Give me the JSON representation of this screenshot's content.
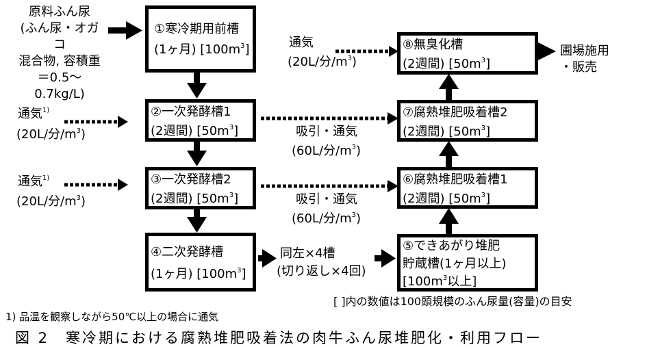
{
  "input": {
    "lines": [
      "原料ふん尿",
      "(ふん尿・オガコ",
      "混合物, 容積重",
      "＝0.5〜0.7kg/L)"
    ]
  },
  "boxes": {
    "b1": {
      "title": "①寒冷期用前槽",
      "detail_pre": "(1ヶ月) [100m",
      "sup": "3",
      "detail_post": "]"
    },
    "b2": {
      "title": "②一次発酵槽1",
      "detail_pre": "(2週間) [50m",
      "sup": "3",
      "detail_post": "]"
    },
    "b3": {
      "title": "③一次発酵槽2",
      "detail_pre": "(2週間) [50m",
      "sup": "3",
      "detail_post": "]"
    },
    "b4": {
      "title": "④二次発酵槽",
      "detail_pre": "(1ヶ月) [100m",
      "sup": "3",
      "detail_post": "]"
    },
    "b5": {
      "title": "⑤できあがり堆肥",
      "line2": "貯蔵槽(1ヶ月以上)",
      "detail_pre": "[100m",
      "sup": "3",
      "detail_post": "以上]"
    },
    "b6": {
      "title": "⑥腐熟堆肥吸着槽1",
      "detail_pre": "(2週間) [50m",
      "sup": "3",
      "detail_post": "]"
    },
    "b7": {
      "title": "⑦腐熟堆肥吸着槽2",
      "detail_pre": "(2週間) [50m",
      "sup": "3",
      "detail_post": "]"
    },
    "b8": {
      "title": "⑧無臭化槽",
      "detail_pre": "(2週間) [50m",
      "sup": "3",
      "detail_post": "]"
    }
  },
  "labels": {
    "aeration_top": {
      "label": "通気",
      "rate_pre": "(20L/分/m",
      "sup": "3",
      "rate_post": ")"
    },
    "aeration_2": {
      "label": "通気",
      "note_sup": "1)",
      "rate_pre": "(20L/分/m",
      "sup": "3",
      "rate_post": ")"
    },
    "aeration_3": {
      "label": "通気",
      "note_sup": "1)",
      "rate_pre": "(20L/分/m",
      "sup": "3",
      "rate_post": ")"
    },
    "suction_1": {
      "label": "吸引・通気",
      "rate_pre": "(60L/分/m",
      "sup": "3",
      "rate_post": ")"
    },
    "suction_2": {
      "label": "吸引・通気",
      "rate_pre": "(60L/分/m",
      "sup": "3",
      "rate_post": ")"
    },
    "same_left": {
      "line1": "同左×4槽",
      "line2": "(切り返し×4回)"
    },
    "output": {
      "line1": "圃場施用",
      "line2": "・販売"
    }
  },
  "notes": {
    "bracket_note": "[ ]内の数値は100頭規模のふん尿量(容量)の目安",
    "footnote": "1) 品温を観察しながら50℃以上の場合に通気"
  },
  "figure_title": "図 2　寒冷期における腐熟堆肥吸着法の肉牛ふん尿堆肥化・利用フロー"
}
